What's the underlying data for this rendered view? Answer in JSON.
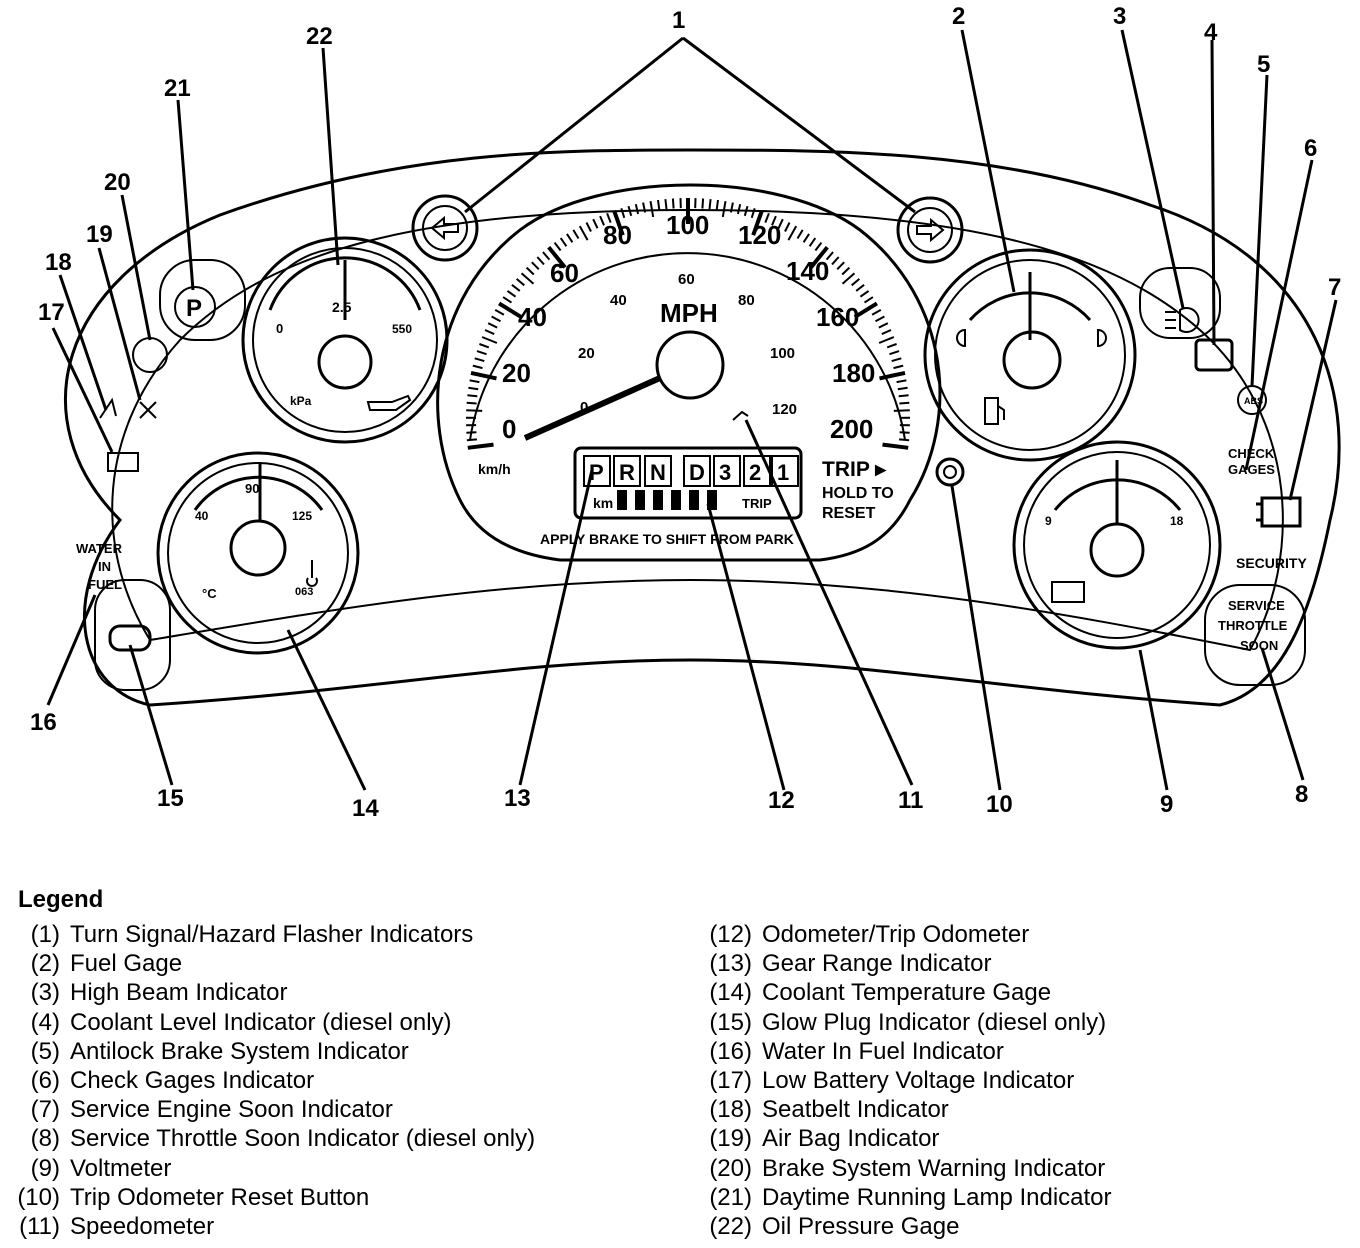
{
  "callouts": [
    "1",
    "2",
    "3",
    "4",
    "5",
    "6",
    "7",
    "8",
    "9",
    "10",
    "11",
    "12",
    "13",
    "14",
    "15",
    "16",
    "17",
    "18",
    "19",
    "20",
    "21",
    "22"
  ],
  "speedometer": {
    "mph_ticks": [
      "0",
      "20",
      "40",
      "60",
      "80",
      "100",
      "120",
      "140",
      "160",
      "180",
      "200"
    ],
    "kmh_ticks": [
      "20",
      "40",
      "60",
      "80",
      "100",
      "120"
    ],
    "kmh_zero": "0",
    "unit": "MPH",
    "kmh_label": "km/h"
  },
  "oil_pressure_gage": {
    "min": "0",
    "mid": "2.5",
    "max": "550",
    "unit": "kPa"
  },
  "coolant_gage": {
    "min": "40",
    "mid": "90",
    "max": "125",
    "unit": "°C",
    "extra": "063"
  },
  "voltmeter": {
    "min": "9",
    "max": "18"
  },
  "gear_display": {
    "gears": [
      "P",
      "R",
      "N",
      "D",
      "3",
      "2",
      "1"
    ],
    "km_label": "km",
    "trip_label": "TRIP"
  },
  "trip_button": {
    "line1": "TRIP ▸",
    "line2": "HOLD TO",
    "line3": "RESET"
  },
  "park_notice": "APPLY BRAKE TO SHIFT FROM PARK",
  "indicators": {
    "check_gages": [
      "CHECK",
      "GAGES"
    ],
    "security": "SECURITY",
    "service_throttle": [
      "SERVICE",
      "THROTTLE",
      "SOON"
    ],
    "water_in_fuel": [
      "WATER",
      "IN",
      "FUEL"
    ],
    "abs": "ABS",
    "park": "P"
  },
  "legend": {
    "title": "Legend",
    "items": [
      {
        "num": "(1)",
        "text": "Turn Signal/Hazard Flasher Indicators"
      },
      {
        "num": "(2)",
        "text": "Fuel Gage"
      },
      {
        "num": "(3)",
        "text": "High Beam Indicator"
      },
      {
        "num": "(4)",
        "text": "Coolant Level Indicator (diesel only)"
      },
      {
        "num": "(5)",
        "text": "Antilock Brake System Indicator"
      },
      {
        "num": "(6)",
        "text": "Check Gages Indicator"
      },
      {
        "num": "(7)",
        "text": "Service Engine Soon Indicator"
      },
      {
        "num": "(8)",
        "text": "Service Throttle Soon Indicator (diesel only)"
      },
      {
        "num": "(9)",
        "text": "Voltmeter"
      },
      {
        "num": "(10)",
        "text": "Trip Odometer Reset Button"
      },
      {
        "num": "(11)",
        "text": "Speedometer"
      },
      {
        "num": "(12)",
        "text": "Odometer/Trip Odometer"
      },
      {
        "num": "(13)",
        "text": "Gear Range Indicator"
      },
      {
        "num": "(14)",
        "text": "Coolant Temperature Gage"
      },
      {
        "num": "(15)",
        "text": "Glow Plug Indicator (diesel only)"
      },
      {
        "num": "(16)",
        "text": "Water In Fuel Indicator"
      },
      {
        "num": "(17)",
        "text": "Low Battery Voltage Indicator"
      },
      {
        "num": "(18)",
        "text": "Seatbelt Indicator"
      },
      {
        "num": "(19)",
        "text": "Air Bag Indicator"
      },
      {
        "num": "(20)",
        "text": "Brake System Warning Indicator"
      },
      {
        "num": "(21)",
        "text": "Daytime Running Lamp Indicator"
      },
      {
        "num": "(22)",
        "text": "Oil Pressure Gage"
      }
    ]
  }
}
